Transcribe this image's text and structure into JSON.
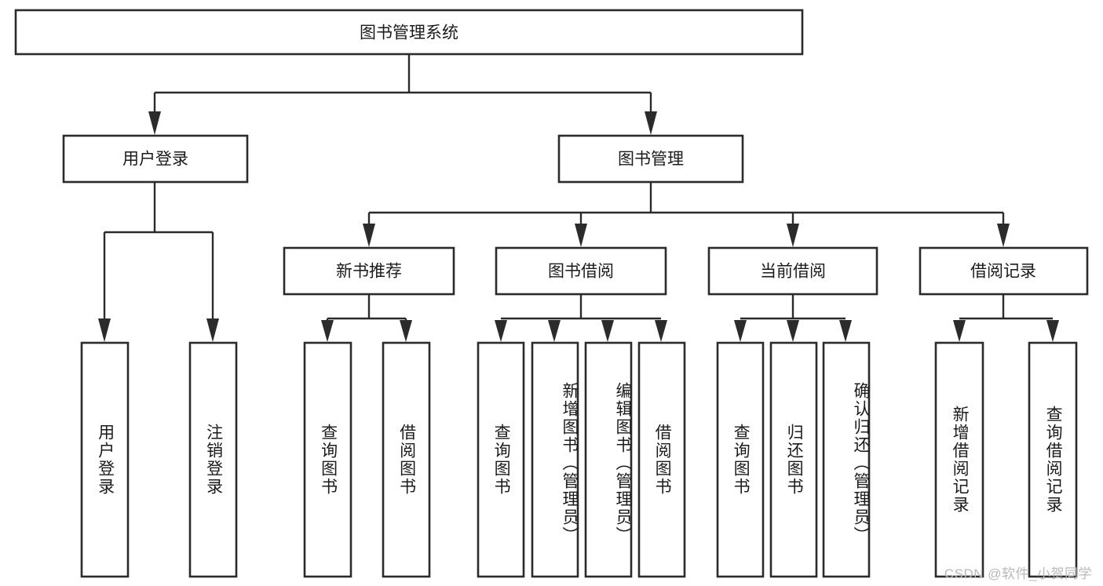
{
  "diagram": {
    "title_node": {
      "label": "图书管理系统"
    },
    "level2": [
      {
        "id": "user-login",
        "label": "用户登录"
      },
      {
        "id": "book-management",
        "label": "图书管理"
      }
    ],
    "level3": [
      {
        "id": "new-book-recommend",
        "label": "新书推荐"
      },
      {
        "id": "book-borrow",
        "label": "图书借阅"
      },
      {
        "id": "current-borrow",
        "label": "当前借阅"
      },
      {
        "id": "borrow-record",
        "label": "借阅记录"
      }
    ],
    "leaves": {
      "user_login": [
        {
          "id": "leaf-user-login",
          "label": "用户登录"
        },
        {
          "id": "leaf-logout-login",
          "label": "注销登录"
        }
      ],
      "new_book_recommend": [
        {
          "id": "leaf-query-book-1",
          "label": "查询图书"
        },
        {
          "id": "leaf-borrow-book-1",
          "label": "借阅图书"
        }
      ],
      "book_borrow": [
        {
          "id": "leaf-query-book-2",
          "label": "查询图书"
        },
        {
          "id": "leaf-add-book-admin",
          "label": "新增图书（管理员）"
        },
        {
          "id": "leaf-edit-book-admin",
          "label": "编辑图书（管理员）"
        },
        {
          "id": "leaf-borrow-book-2",
          "label": "借阅图书"
        }
      ],
      "current_borrow": [
        {
          "id": "leaf-query-book-3",
          "label": "查询图书"
        },
        {
          "id": "leaf-return-book",
          "label": "归还图书"
        },
        {
          "id": "leaf-confirm-return-admin",
          "label": "确认归还（管理员）"
        }
      ],
      "borrow_record": [
        {
          "id": "leaf-add-borrow-record",
          "label": "新增借阅记录"
        },
        {
          "id": "leaf-query-borrow-record",
          "label": "查询借阅记录"
        }
      ]
    }
  },
  "watermark": {
    "text": "CSDN @软件_小贺同学"
  },
  "colors": {
    "stroke": "#2b2b2b",
    "fill": "#ffffff",
    "text": "#1b1b1b",
    "watermark": "#b9b9b9"
  }
}
